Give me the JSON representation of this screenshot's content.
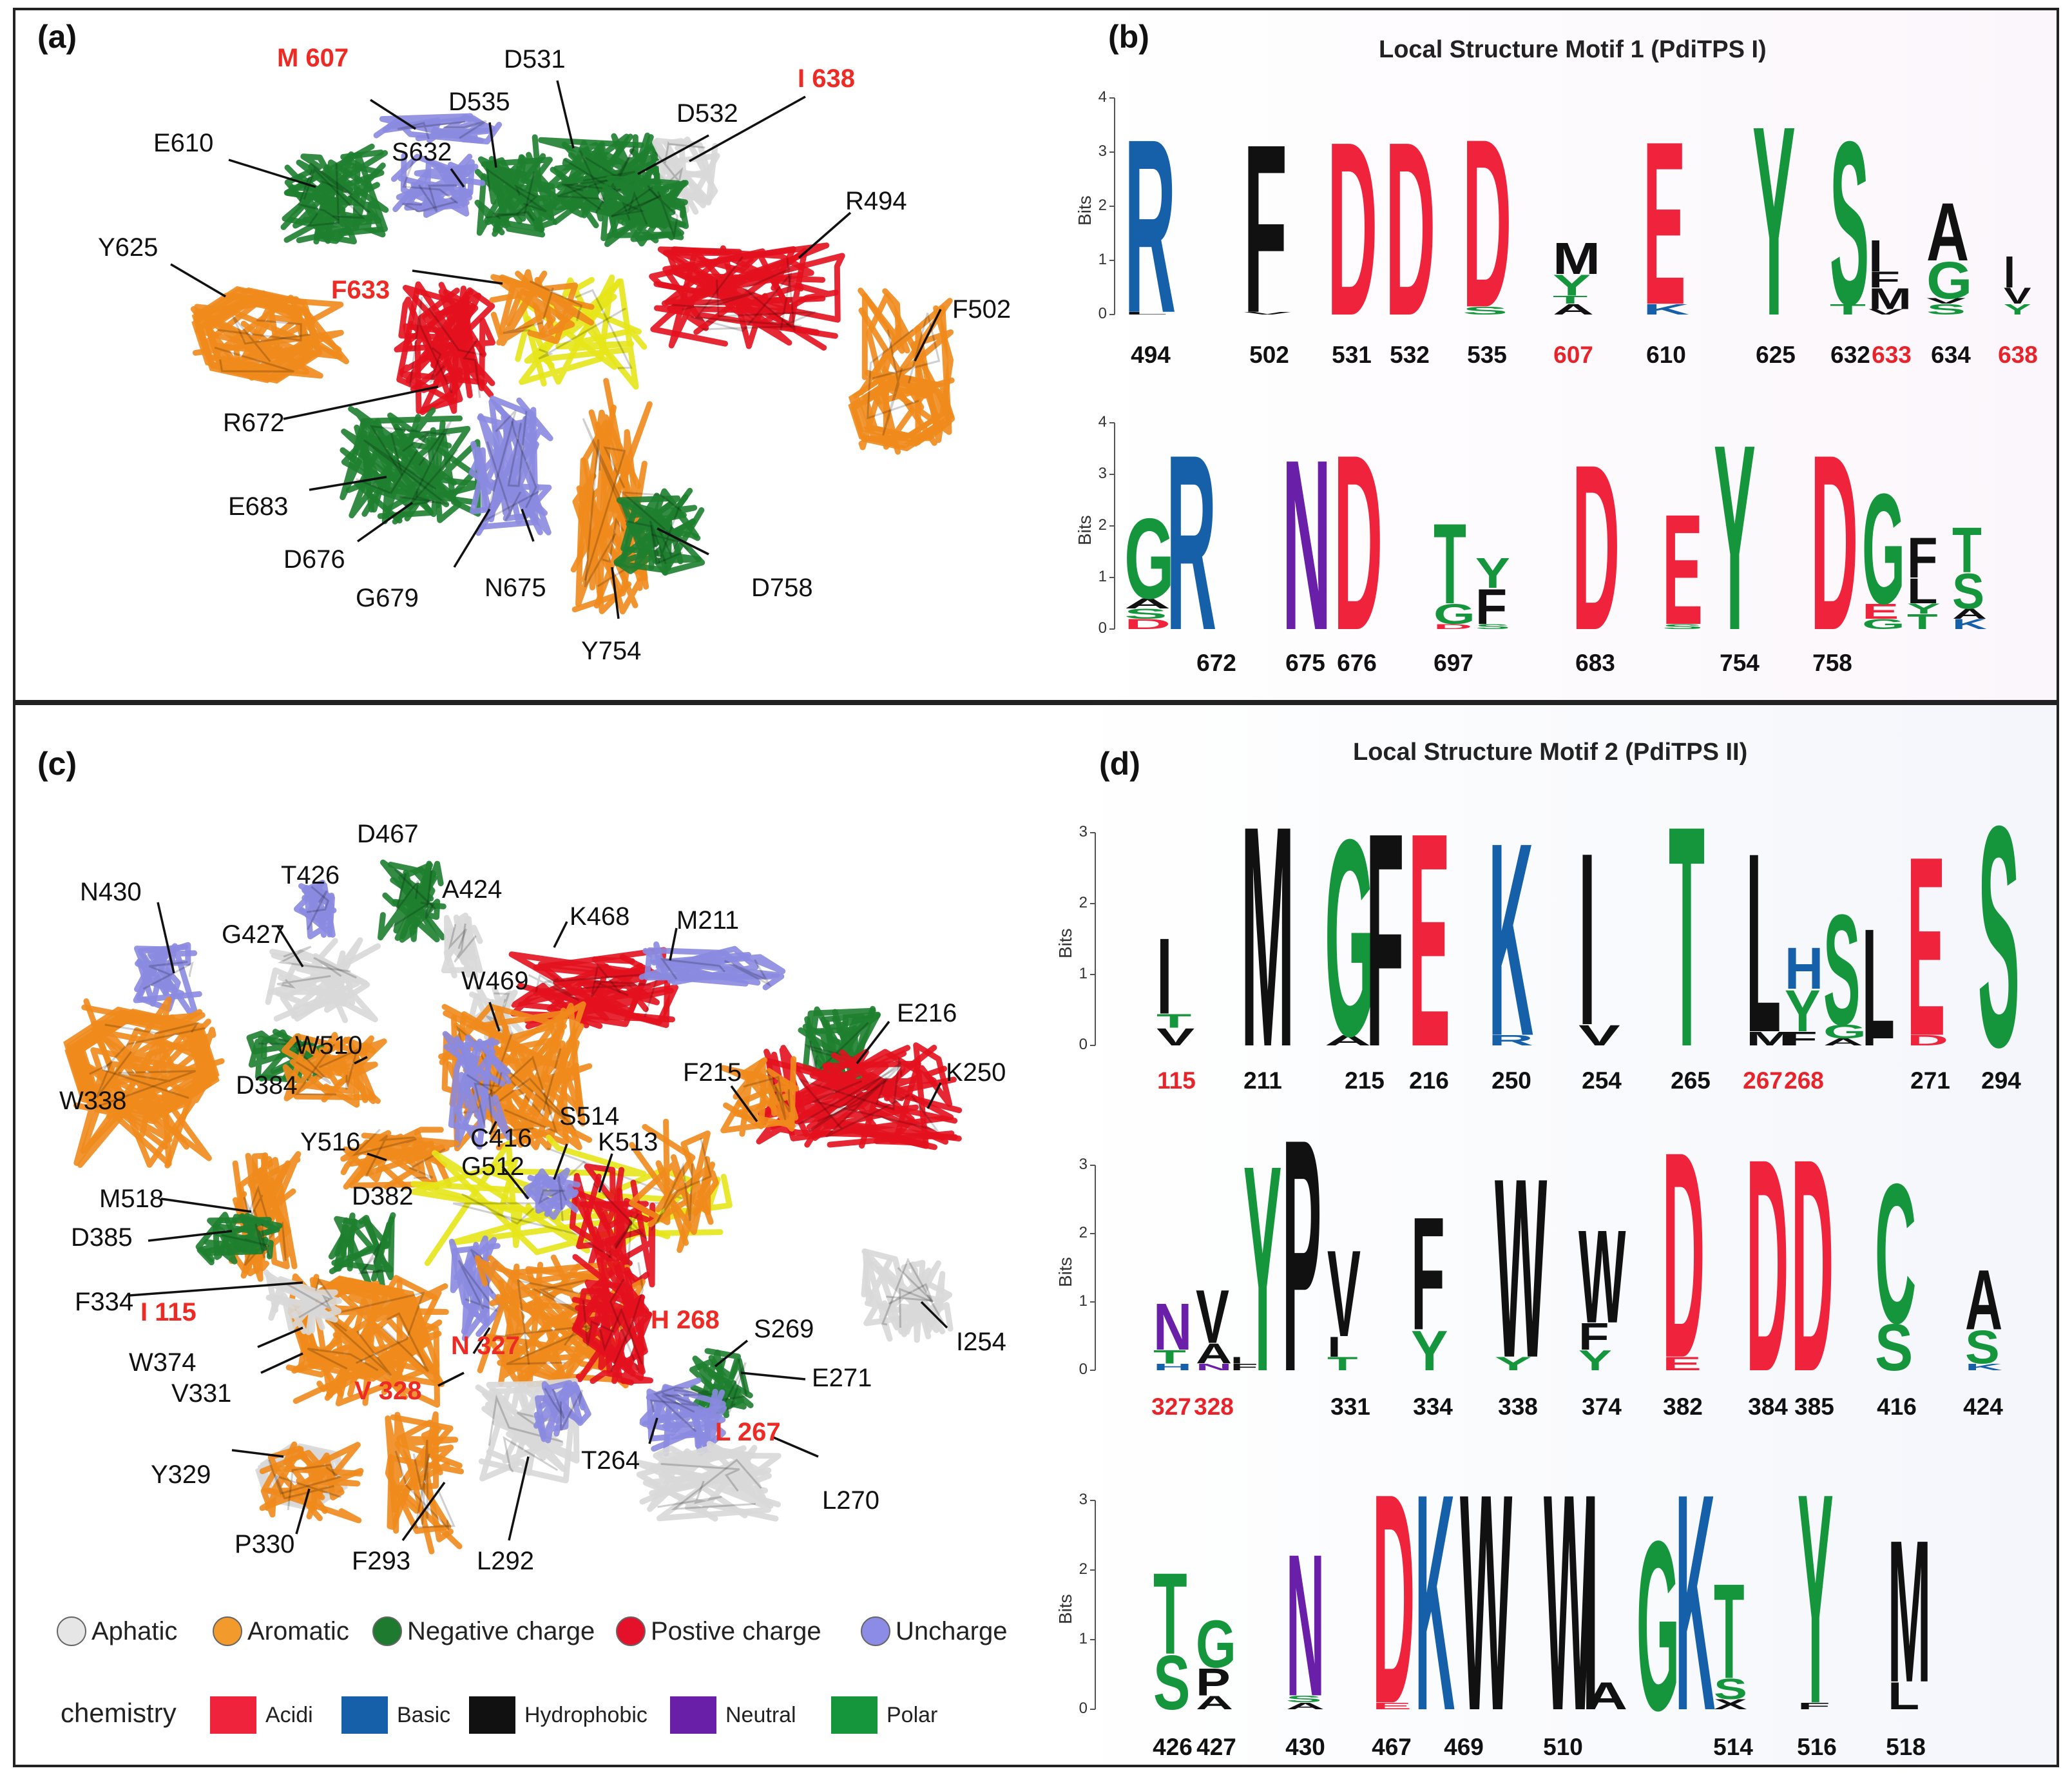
{
  "panels": {
    "a": {
      "label": "(a)"
    },
    "b": {
      "label": "(b)",
      "title": "Local Structure Motif 1 (PdiTPS I)"
    },
    "c": {
      "label": "(c)"
    },
    "d": {
      "label": "(d)",
      "title": "Local Structure Motif 2 (PdiTPS II)"
    }
  },
  "axis": {
    "ylabel": "Bits",
    "ticks_4": [
      "4",
      "3",
      "2",
      "1",
      "0"
    ],
    "ticks_3": [
      "3",
      "2",
      "1",
      "0"
    ]
  },
  "structure_a": {
    "labels": [
      "M 607",
      "D531",
      "I 638",
      "D535",
      "D532",
      "E610",
      "S632",
      "R494",
      "Y625",
      "F633",
      "F502",
      "R672",
      "E683",
      "D676",
      "G679",
      "N675",
      "D758",
      "Y754"
    ],
    "red": [
      "M 607",
      "I 638",
      "F633"
    ]
  },
  "structure_c": {
    "labels": [
      "D467",
      "T426",
      "A424",
      "N430",
      "K468",
      "M211",
      "G427",
      "W469",
      "E216",
      "W510",
      "K250",
      "D384",
      "F215",
      "W338",
      "Y516",
      "C416",
      "S514",
      "M518",
      "G512",
      "K513",
      "D382",
      "D385",
      "F334",
      "I 115",
      "W374",
      "N 327",
      "H 268",
      "S269",
      "I254",
      "V331",
      "V 328",
      "E271",
      "L 267",
      "Y329",
      "T264",
      "L270",
      "P330",
      "F293",
      "L292"
    ],
    "red": [
      "I 115",
      "N 327",
      "H 268",
      "V 328",
      "L 267"
    ]
  },
  "logo_b1": {
    "positions": [
      "494",
      "502",
      "531",
      "532",
      "535",
      "607",
      "610",
      "625",
      "632",
      "633",
      "634",
      "638"
    ],
    "red_positions": [
      "607",
      "633",
      "638"
    ]
  },
  "logo_b2": {
    "positions": [
      "672",
      "675",
      "676",
      "697",
      "683",
      "754",
      "758"
    ],
    "red_positions": []
  },
  "logo_d1": {
    "positions": [
      "115",
      "211",
      "215",
      "216",
      "250",
      "254",
      "265",
      "267",
      "268",
      "271",
      "294"
    ],
    "red_positions": [
      "115",
      "267",
      "268"
    ]
  },
  "logo_d2": {
    "positions": [
      "327",
      "328",
      "331",
      "334",
      "338",
      "374",
      "382",
      "384",
      "385",
      "416",
      "424"
    ],
    "red_positions": [
      "327",
      "328"
    ]
  },
  "logo_d3": {
    "positions": [
      "426",
      "427",
      "430",
      "467",
      "469",
      "510",
      "514",
      "516",
      "518"
    ],
    "red_positions": []
  },
  "legend": {
    "classes": [
      {
        "label": "Aphatic",
        "color": "#e6e6e6"
      },
      {
        "label": "Aromatic",
        "color": "#f39a2c"
      },
      {
        "label": "Negative charge",
        "color": "#1d7a2e"
      },
      {
        "label": "Postive charge",
        "color": "#e5112b"
      },
      {
        "label": "Uncharge",
        "color": "#8c8ce6"
      }
    ],
    "chemistry_title": "chemistry",
    "chemistry": [
      {
        "label": "Acidi",
        "color": "#f0233c"
      },
      {
        "label": "Basic",
        "color": "#1560a8"
      },
      {
        "label": "Hydrophobic",
        "color": "#111111"
      },
      {
        "label": "Neutral",
        "color": "#6a1fa8"
      },
      {
        "label": "Polar",
        "color": "#15963c"
      }
    ]
  },
  "colors": {
    "acidic": "#f0233c",
    "basic": "#1560a8",
    "hydrophobic": "#111111",
    "neutral": "#6a1fa8",
    "polar": "#15963c",
    "orange": "#f08a1c",
    "green": "#1e7f30",
    "red": "#e3111e",
    "lavender": "#8a8ae0",
    "white": "#d8d8d8",
    "yellow": "#e6e61a"
  }
}
